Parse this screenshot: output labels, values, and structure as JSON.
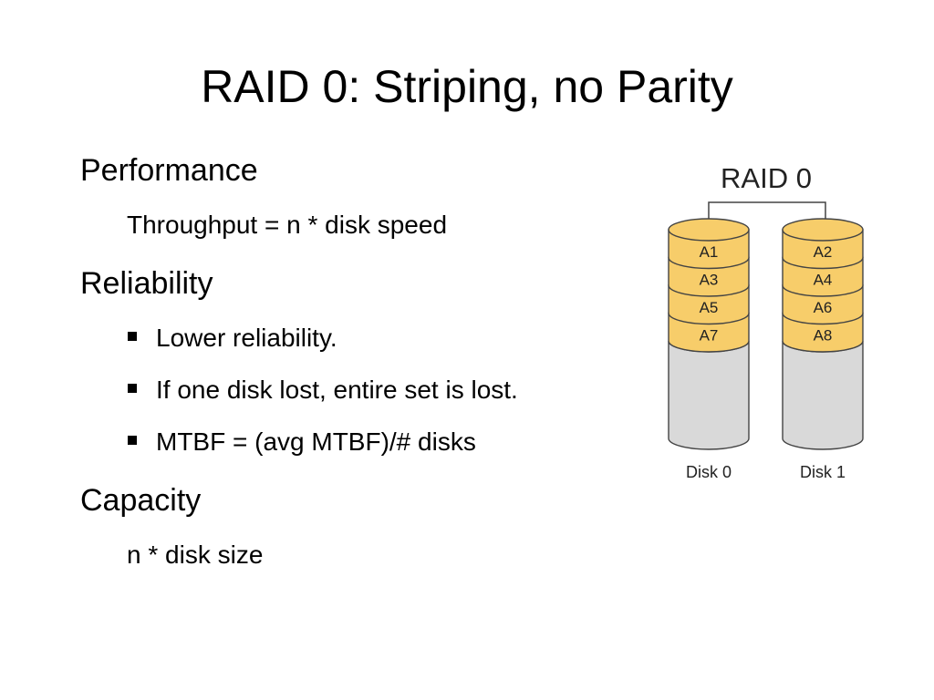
{
  "slide": {
    "title": "RAID 0: Striping, no Parity",
    "sections": [
      {
        "heading": "Performance",
        "body": "Throughput = n * disk speed"
      },
      {
        "heading": "Reliability",
        "bullets": [
          "Lower reliability.",
          "If one disk lost, entire set is lost.",
          "MTBF = (avg MTBF)/# disks"
        ]
      },
      {
        "heading": "Capacity",
        "body": "n * disk size"
      }
    ]
  },
  "diagram": {
    "title": "RAID 0",
    "disks": [
      {
        "label": "Disk 0",
        "blocks": [
          "A1",
          "A3",
          "A5",
          "A7"
        ]
      },
      {
        "label": "Disk 1",
        "blocks": [
          "A2",
          "A4",
          "A6",
          "A8"
        ]
      }
    ],
    "colors": {
      "block_fill": "#f7cd6a",
      "empty_fill": "#d9d9d9",
      "stroke": "#444444"
    }
  }
}
